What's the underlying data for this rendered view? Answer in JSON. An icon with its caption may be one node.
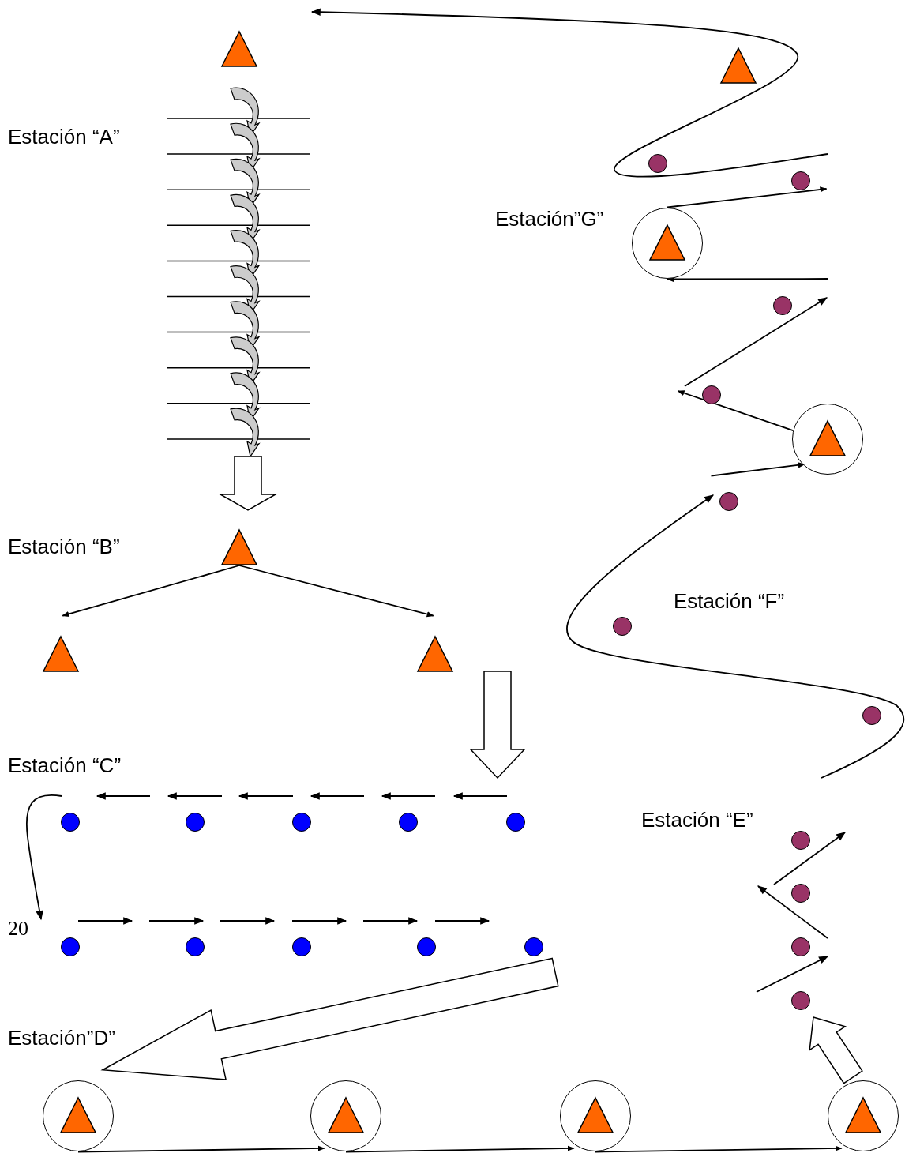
{
  "diagram": {
    "nodes": [
      {
        "text": [],
        "shape": "triangle"
      },
      {
        "text": [],
        "shape": "triangle"
      },
      {
        "text": [],
        "shape": "triangle"
      },
      {
        "text": [],
        "shape": "triangle"
      },
      {
        "text": [],
        "shape": "circle"
      },
      {
        "text": [],
        "shape": "circle"
      },
      {
        "text": [],
        "shape": "circle"
      },
      {
        "text": [],
        "shape": "circle"
      },
      {
        "text": [],
        "shape": "circle"
      },
      {
        "text": [],
        "shape": "circle"
      },
      {
        "text": [],
        "shape": "circle"
      },
      {
        "text": [],
        "shape": "circle"
      },
      {
        "text": [],
        "shape": "circle"
      },
      {
        "text": [],
        "shape": "circle"
      },
      {
        "text": [],
        "shape": "circle"
      },
      {
        "text": [],
        "shape": "circle"
      },
      {
        "text": [],
        "shape": "circle"
      },
      {
        "text": [],
        "shape": "circle"
      },
      {
        "text": [],
        "shape": "circle"
      },
      {
        "text": [],
        "shape": "circle"
      },
      {
        "text": [],
        "shape": "circle"
      },
      {
        "text": [],
        "shape": "circle"
      },
      {
        "text": [],
        "shape": "circle"
      },
      {
        "text": [],
        "shape": "circle"
      },
      {
        "text": [],
        "shape": "circle"
      },
      {
        "text": [],
        "shape": "circle"
      },
      {
        "text": [],
        "shape": "circle"
      },
      {
        "text": [],
        "shape": "circle"
      },
      {
        "text": [],
        "shape": "circle"
      },
      {
        "text": [],
        "shape": "circle"
      },
      {
        "text": [],
        "shape": "circle"
      },
      {
        "text": [],
        "shape": "triangle"
      }
    ],
    "edges": [
      {
        "from": 1,
        "to": 2,
        "arrow": "to"
      },
      {
        "from": 1,
        "to": 3,
        "arrow": "to"
      },
      {
        "from": 14,
        "to": 15,
        "arrow": "to"
      },
      {
        "from": 15,
        "to": 16,
        "arrow": "to"
      },
      {
        "from": 16,
        "to": 17,
        "arrow": "to"
      },
      {
        "from": 25,
        "to": 26,
        "arrow": "to"
      },
      {
        "from": 24,
        "to": 25,
        "arrow": "to"
      },
      {
        "from": 28,
        "to": 29,
        "arrow": "to"
      },
      {
        "from": null,
        "to": 28,
        "arrow": "to"
      },
      {
        "from": 13,
        "to": 14,
        "arrow": "to",
        "style": "thick"
      },
      {
        "from": 17,
        "to": 21,
        "arrow": "to",
        "style": "thick"
      }
    ],
    "labels": [
      "Estación “A”",
      "Estación”G”",
      "Estación “B”",
      "Estación “F”",
      "Estación “C”",
      "Estación “E”",
      "20",
      "Estación”D”"
    ]
  }
}
